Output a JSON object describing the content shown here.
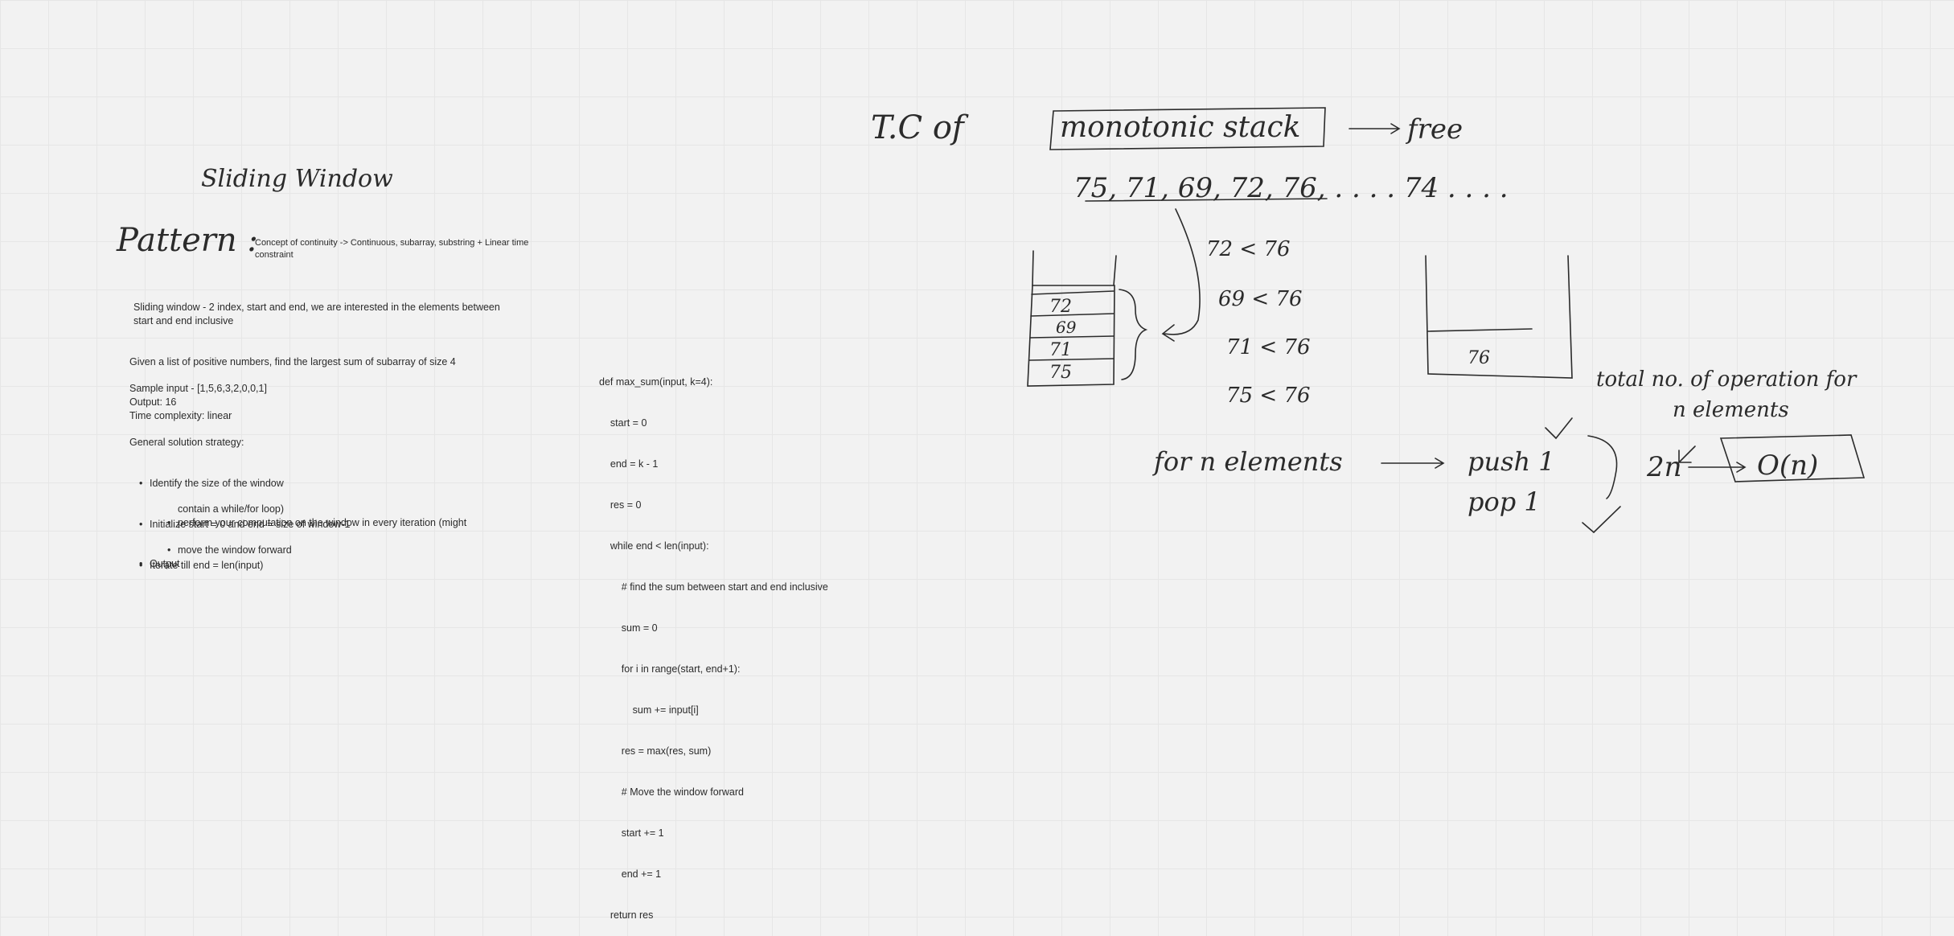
{
  "sliding_title": "Sliding Window",
  "pattern": {
    "label": "Pattern :",
    "concept_line1": "Concept of continuity -> Continuous, subarray, substring + Linear time",
    "concept_line2": "constraint"
  },
  "definition": {
    "line1": "Sliding window - 2 index, start and end, we are interested in the elements between",
    "line2": "start and end inclusive"
  },
  "problem": "Given a list of positive numbers, find the largest sum of subarray of size 4",
  "sample": {
    "input": "Sample input - [1,5,6,3,2,0,0,1]",
    "output": "Output: 16",
    "complexity": "Time complexity: linear"
  },
  "strategy": {
    "heading": "General solution strategy:",
    "step1": "Identify the size of the window",
    "step2": "Initialize start = 0 and end = size of window-1",
    "step3": "Iterate till end = len(input)",
    "sub1_line1": "perform your computation on the window in every iteration (might",
    "sub1_line2": "contain a while/for loop)",
    "sub2": "move the window forward",
    "step4": "Output"
  },
  "code": {
    "lines": [
      "def max_sum(input, k=4):",
      "    start = 0",
      "    end = k - 1",
      "    res = 0",
      "    while end < len(input):",
      "        # find the sum between start and end inclusive",
      "        sum = 0",
      "        for i in range(start, end+1):",
      "            sum += input[i]",
      "        res = max(res, sum)",
      "        # Move the window forward",
      "        start += 1",
      "        end += 1",
      "    return res"
    ]
  },
  "handwriting": {
    "tc_of": "T.C of",
    "monotonic_stack": "monotonic stack",
    "free": "free",
    "sequence": "75, 71, 69, 72, 76, . . . . 74 . . . .",
    "stack_items": [
      "72",
      "69",
      "71",
      "75"
    ],
    "comparisons": [
      "72 < 76",
      "69 < 76",
      "71 < 76",
      "75 < 76"
    ],
    "right_stack_item": "76",
    "for_n_elements": "for n elements",
    "push": "push 1",
    "pop": "pop 1",
    "two_n": "2n",
    "big_o": "O(n)",
    "total_ops_line1": "total no. of operation for",
    "total_ops_line2": "n elements"
  }
}
